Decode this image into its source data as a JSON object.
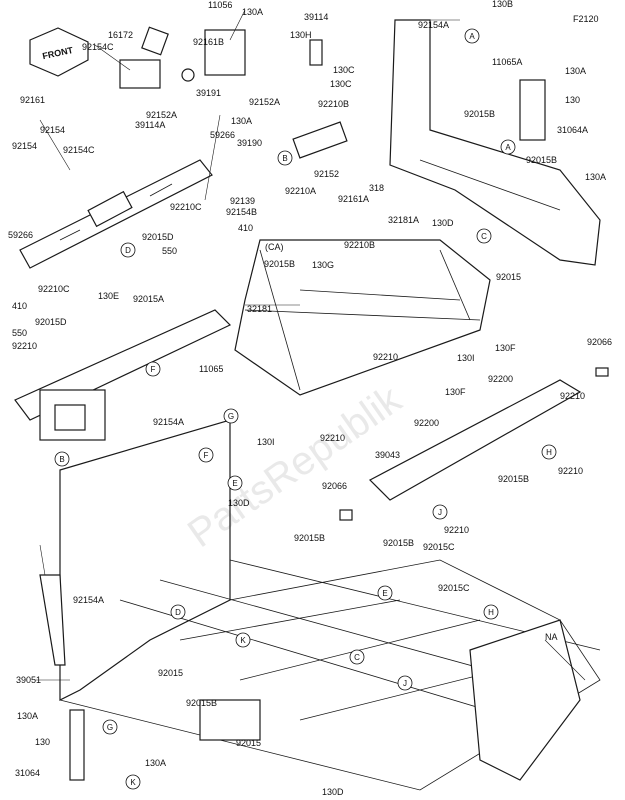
{
  "figure_code": "F2120",
  "front_label": "FRONT",
  "watermark": "PartsRepublik",
  "part_labels": [
    "16172",
    "11056",
    "130A",
    "39114",
    "130B",
    "92154A",
    "92154C",
    "92161B",
    "130H",
    "130C",
    "11065A",
    "130A",
    "92161",
    "92152A",
    "92152A",
    "130C",
    "130",
    "92154",
    "92154C",
    "39114A",
    "39191",
    "130A",
    "92210B",
    "31064A",
    "92154",
    "59266",
    "39190",
    "92015B",
    "92152",
    "92015B",
    "130A",
    "92210C",
    "92210A",
    "318",
    "92139",
    "92154B",
    "92161A",
    "59266",
    "410",
    "92210B",
    "92015D",
    "550",
    "32181A",
    "130D",
    "130G",
    "92210C",
    "92015A",
    "92015",
    "410",
    "92015D",
    "550",
    "130E",
    "92210",
    "32181",
    "130I",
    "92210",
    "(CA)",
    "92015B",
    "11065",
    "130F",
    "92066",
    "92200",
    "92210",
    "92200",
    "130F",
    "130I",
    "92154A",
    "92210",
    "39043",
    "92015B",
    "92210",
    "92066",
    "92210",
    "130D",
    "92015B",
    "92015B",
    "92015C",
    "92015C",
    "92154A",
    "NA",
    "39051",
    "92015",
    "130A",
    "130",
    "92015B",
    "92015",
    "31064",
    "130A",
    "130D"
  ],
  "callouts": [
    "A",
    "A",
    "B",
    "B",
    "C",
    "C",
    "D",
    "D",
    "E",
    "E",
    "F",
    "F",
    "G",
    "G",
    "H",
    "H",
    "J",
    "J",
    "K",
    "K"
  ]
}
